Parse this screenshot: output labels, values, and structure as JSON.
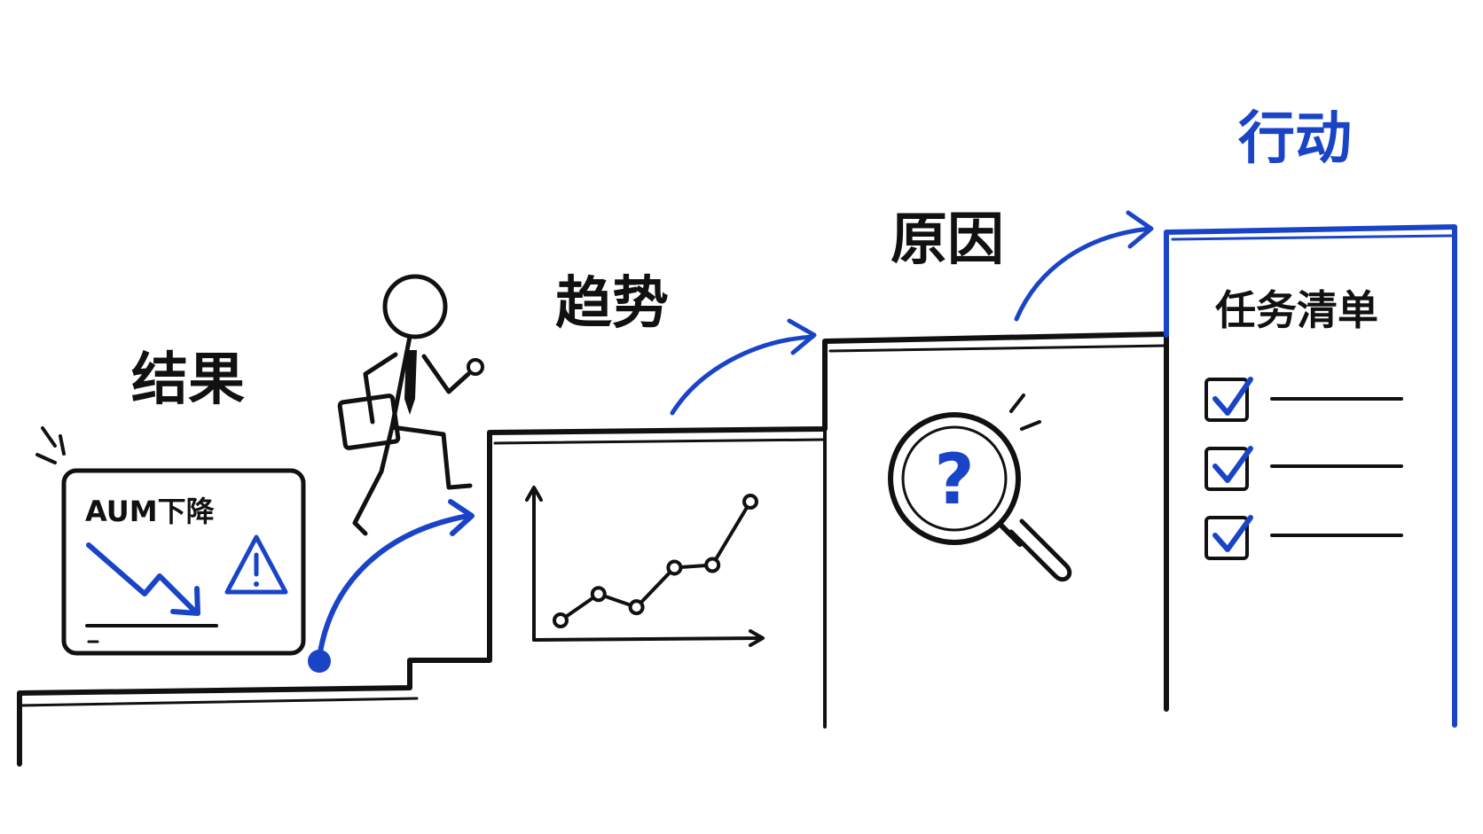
{
  "steps": [
    {
      "label": "结果",
      "highlight": false
    },
    {
      "label": "趋势",
      "highlight": false
    },
    {
      "label": "原因",
      "highlight": false
    },
    {
      "label": "行动",
      "highlight": true
    }
  ],
  "alert_card": {
    "title": "AUM下降"
  },
  "trend_chart": {
    "values": [
      1,
      2,
      1.5,
      3,
      3.1,
      5.5
    ]
  },
  "question_mark": "?",
  "task_list": {
    "title": "任务清单",
    "items_checked": [
      true,
      true,
      true
    ]
  },
  "colors": {
    "ink": "#111111",
    "accent": "#1a44c8"
  },
  "icons": [
    "person-walking-icon",
    "magnifier-question-icon",
    "warning-icon",
    "down-arrow-icon",
    "checkbox-icon"
  ]
}
